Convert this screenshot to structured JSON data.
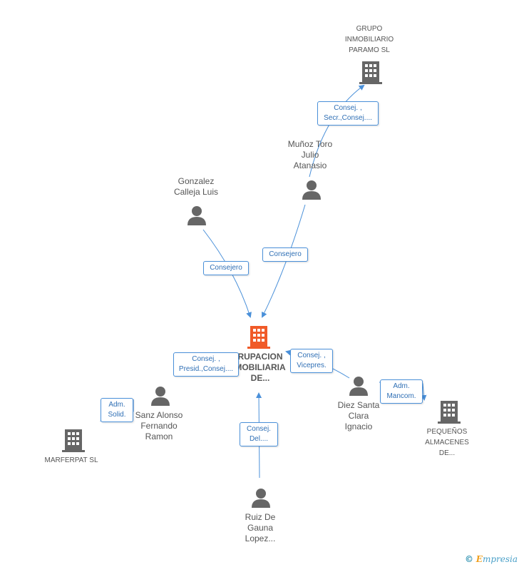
{
  "colors": {
    "edge": "#4a90d9",
    "person": "#666666",
    "company": "#666666",
    "center_company": "#f05a28"
  },
  "nodes": {
    "grupo_paramo": "GRUPO\nINMOBILIARIO\nPARAMO SL",
    "munoz_toro": "Muñoz Toro\nJulio\nAtanasio",
    "gonzalez_calleja": "Gonzalez\nCalleja Luis",
    "center": "RUPACION\nMOBILIARIA\nDE...",
    "sanz_alonso": "Sanz Alonso\nFernando\nRamon",
    "marferpat": "MARFERPAT SL",
    "diez_santa": "Diez Santa\nClara\nIgnacio",
    "pequenos": "PEQUEÑOS\nALMACENES\nDE...",
    "ruiz_gauna": "Ruiz De\nGauna\nLopez..."
  },
  "edges": {
    "munoz_to_grupo": "Consej. ,\nSecr.,Consej....",
    "gonzalez_to_center": "Consejero",
    "munoz_to_center": "Consejero",
    "sanz_to_center": "Consej. ,\nPresid.,Consej....",
    "diez_to_center": "Consej. ,\nVicepres.",
    "sanz_to_marferpat": "Adm.\nSolid.",
    "diez_to_pequenos": "Adm.\nMancom.",
    "ruiz_to_center": "Consej.\nDel...."
  },
  "watermark": {
    "copyright": "©",
    "brand_initial": "E",
    "brand_rest": "mpresia"
  }
}
